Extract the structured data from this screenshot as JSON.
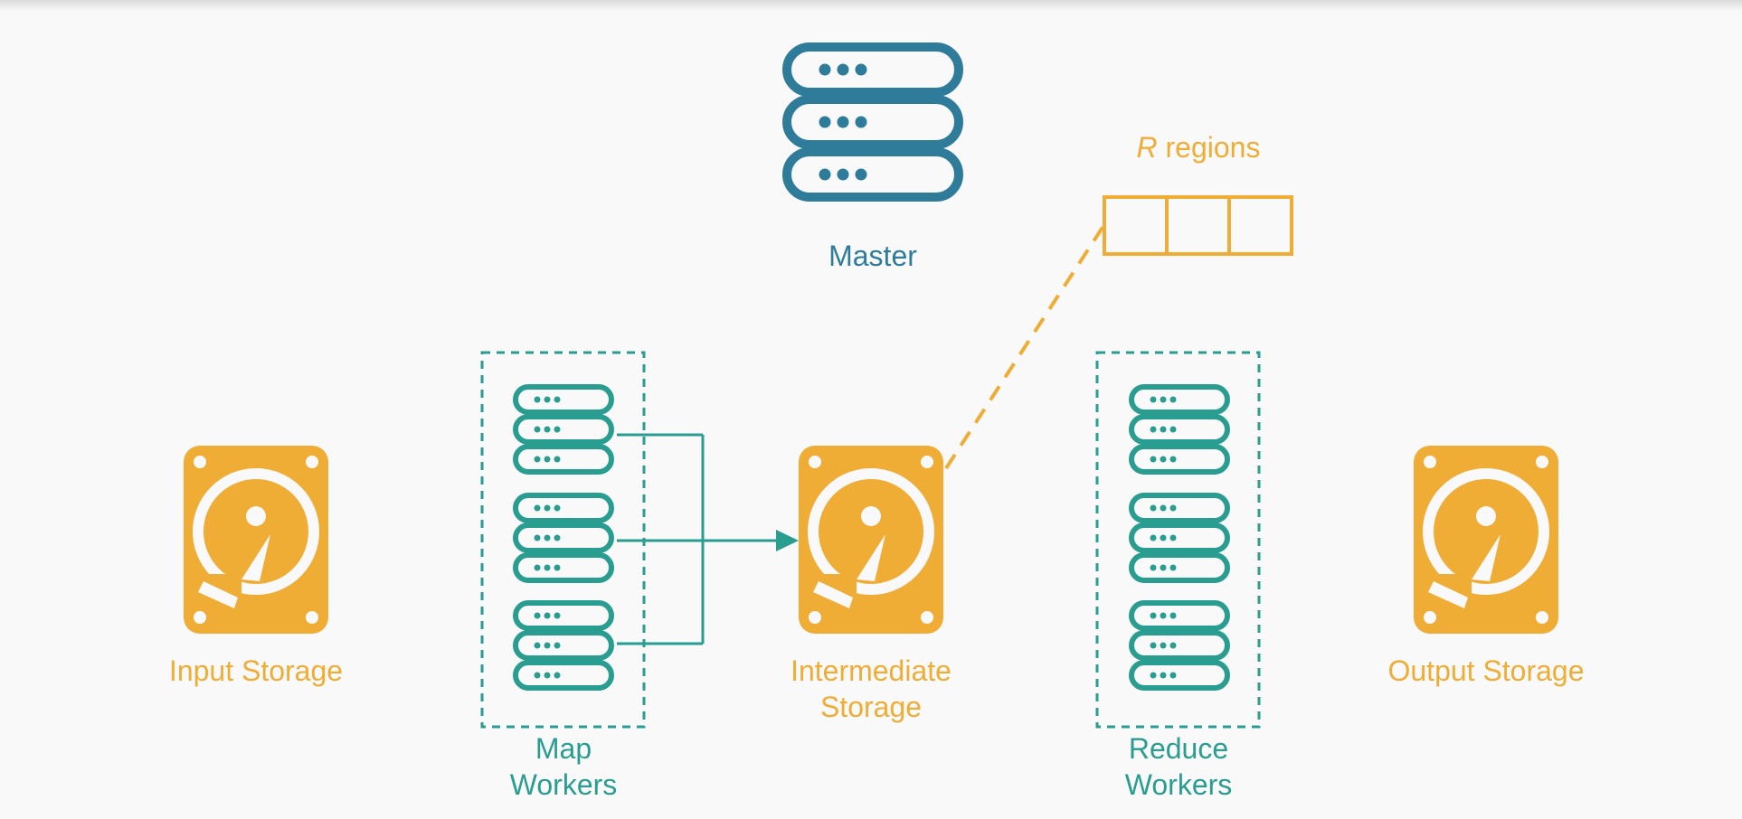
{
  "colors": {
    "master": "#2e7c9a",
    "storage": "#f0ad36",
    "worker": "#2a9d91",
    "background": "#f9f9f9"
  },
  "nodes": {
    "master": {
      "label": "Master",
      "icon": "server-stack-icon"
    },
    "input_storage": {
      "label": "Input Storage",
      "icon": "hard-drive-icon"
    },
    "map_workers": {
      "label": "Map\nWorkers",
      "icon": "server-stack-icon"
    },
    "intermediate_storage": {
      "label": "Intermediate\nStorage",
      "icon": "hard-drive-icon"
    },
    "reduce_workers": {
      "label": "Reduce\nWorkers",
      "icon": "server-stack-icon"
    },
    "output_storage": {
      "label": "Output Storage",
      "icon": "hard-drive-icon"
    }
  },
  "regions": {
    "variable": "R",
    "word": "regions",
    "count": 3
  },
  "edges": [
    {
      "from": "map_workers",
      "to": "intermediate_storage",
      "style": "solid-arrow"
    },
    {
      "from": "intermediate_storage",
      "to": "regions",
      "style": "dashed"
    }
  ]
}
